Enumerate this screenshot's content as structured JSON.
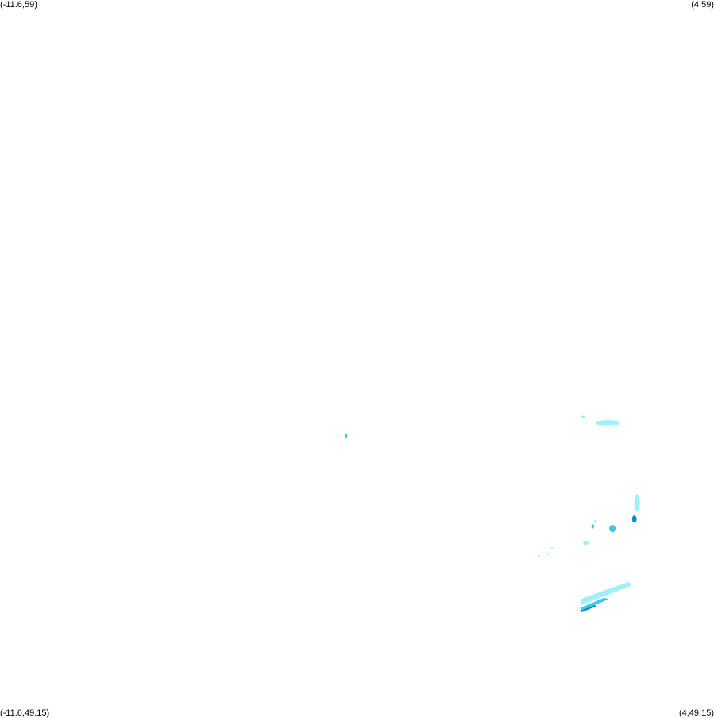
{
  "corners": {
    "top_left": "(-11.6,59)",
    "top_right": "(4,59)",
    "bottom_left": "(-11.6,49.15)",
    "bottom_right": "(4,49.15)"
  },
  "extent": {
    "lon_min": -11.6,
    "lon_max": 4,
    "lat_min": 49.15,
    "lat_max": 59
  },
  "colors": {
    "background": "#ffffff",
    "light": "#9ef2f7",
    "medium": "#3fc6ec",
    "dark": "#0a86c9"
  },
  "features": [
    {
      "kind": "ellipse",
      "lon": 1.14,
      "lat": 53.28,
      "rlon": 0.05,
      "rlat": 0.02,
      "level": "light"
    },
    {
      "kind": "ellipse",
      "lon": 1.68,
      "lat": 53.2,
      "rlon": 0.26,
      "rlat": 0.04,
      "level": "light"
    },
    {
      "kind": "ellipse",
      "lon": -4.04,
      "lat": 53.02,
      "rlon": 0.03,
      "rlat": 0.03,
      "level": "medium"
    },
    {
      "kind": "ellipse",
      "lon": 2.32,
      "lat": 52.1,
      "rlon": 0.06,
      "rlat": 0.12,
      "level": "light"
    },
    {
      "kind": "ellipse",
      "lon": 2.26,
      "lat": 51.88,
      "rlon": 0.05,
      "rlat": 0.05,
      "level": "dark"
    },
    {
      "kind": "ellipse",
      "lon": 1.78,
      "lat": 51.75,
      "rlon": 0.07,
      "rlat": 0.05,
      "level": "medium"
    },
    {
      "kind": "ellipse",
      "lon": 1.35,
      "lat": 51.78,
      "rlon": 0.03,
      "rlat": 0.03,
      "level": "medium"
    },
    {
      "kind": "ellipse",
      "lon": 1.4,
      "lat": 51.85,
      "rlon": 0.02,
      "rlat": 0.02,
      "level": "light"
    },
    {
      "kind": "ellipse",
      "lon": 1.2,
      "lat": 51.55,
      "rlon": 0.06,
      "rlat": 0.03,
      "level": "light"
    },
    {
      "kind": "ellipse",
      "lon": 0.46,
      "lat": 51.48,
      "rlon": 0.015,
      "rlat": 0.015,
      "level": "light"
    },
    {
      "kind": "ellipse",
      "lon": 0.38,
      "lat": 51.4,
      "rlon": 0.01,
      "rlat": 0.01,
      "level": "light"
    },
    {
      "kind": "ellipse",
      "lon": 0.3,
      "lat": 51.36,
      "rlon": 0.01,
      "rlat": 0.01,
      "level": "light"
    },
    {
      "kind": "ellipse",
      "lon": 0.18,
      "lat": 51.38,
      "rlon": 0.01,
      "rlat": 0.01,
      "level": "light"
    },
    {
      "kind": "band",
      "points": [
        [
          1.08,
          50.78
        ],
        [
          1.6,
          50.9
        ],
        [
          2.15,
          51.02
        ],
        [
          2.18,
          50.96
        ],
        [
          1.6,
          50.82
        ],
        [
          1.08,
          50.7
        ]
      ],
      "level": "light"
    },
    {
      "kind": "band",
      "points": [
        [
          1.08,
          50.66
        ],
        [
          1.6,
          50.8
        ],
        [
          1.7,
          50.78
        ],
        [
          1.1,
          50.62
        ]
      ],
      "level": "medium"
    },
    {
      "kind": "band",
      "points": [
        [
          1.08,
          50.62
        ],
        [
          1.4,
          50.7
        ],
        [
          1.42,
          50.68
        ],
        [
          1.1,
          50.6
        ]
      ],
      "level": "dark"
    }
  ]
}
